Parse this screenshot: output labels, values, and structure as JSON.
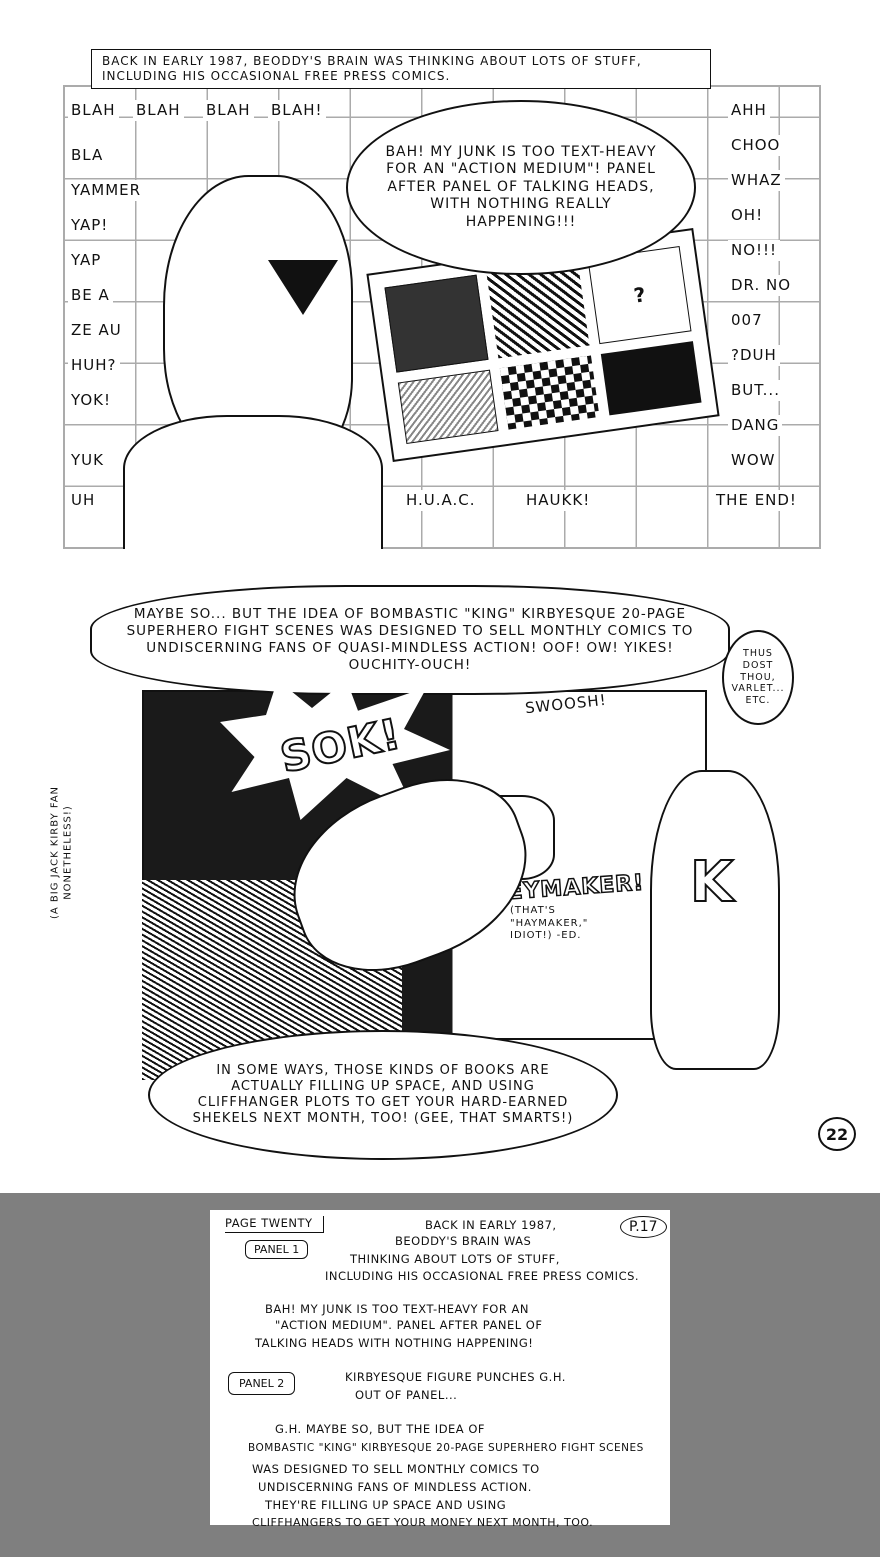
{
  "comic": {
    "panel1": {
      "caption": "Back in early 1987, Beoddy's brain was thinking about lots of stuff, including his occasional Free Press comics.",
      "speech": "BAH! My junk is too text-heavy for an \"action medium\"! Panel after panel of talking heads, with nothing really happening!!!",
      "background_words": [
        "BLAH",
        "BLAH",
        "BLAH",
        "BLAH!",
        "BLA",
        "YAMMER",
        "YAP!",
        "YUK",
        "AHH",
        "CHOO",
        "WHAZ",
        "UH",
        "OH!",
        "NO!!!",
        "DR. NO",
        "007",
        "?DUH",
        "BUT...",
        "THE END!",
        "H.U.A.C.",
        "HAUKK!",
        "YOK!",
        "HUH?",
        "YAP",
        "DANG",
        "WOW",
        "BE A",
        "ZE AU"
      ]
    },
    "panel2": {
      "speech_top": "Maybe so... but the idea of bombastic \"King\" Kirbyesque 20-page superhero fight scenes was designed to sell monthly comics to undiscerning fans of quasi-mindless action! OOF! OW! YIKES! OUCHITY-OUCH!",
      "speech_right": "Thus dost thou, varlet... etc.",
      "side_note": "(A big Jack Kirby fan nonetheless!)",
      "sfx_sok": "SOK!",
      "sfx_swoosh": "SWOOSH!",
      "sfx_heymaker": "HEYMAKER!",
      "editor_note": "(That's \"haymaker,\" idiot!) -Ed.",
      "chest_letter": "K",
      "speech_bottom": "In some ways, those kinds of books are actually filling up space, and using cliffhanger plots to get your hard-earned shekels next month, too! (Gee, that smarts!)"
    },
    "page_number": "22"
  },
  "script": {
    "header": "PAGE TWENTY",
    "page_ref": "P.17",
    "panel1_label": "PANEL 1",
    "panel1_lines": [
      "Back in early 1987,",
      "Beoddy's brain was",
      "thinking about lots of stuff,",
      "including his occasional Free Press comics."
    ],
    "panel1_dialogue": [
      "BAH! My junk is too text-heavy for an",
      "\"action medium\". Panel after panel of",
      "talking heads with nothing happening!"
    ],
    "panel2_label": "PANEL 2",
    "panel2_lines": [
      "Kirbyesque figure punches G.H.",
      "out of panel..."
    ],
    "panel2_dialogue": [
      "G.H. Maybe so, but the idea of",
      "bombastic \"King\" Kirbyesque 20-page superhero fight scenes",
      "was designed to sell monthly comics to",
      "undiscerning fans of mindless action.",
      "They're filling up space and using",
      "cliffhangers to get your money next month, too."
    ]
  },
  "colors": {
    "page": "#ffffff",
    "background": "#7f7f7f",
    "ink": "#111111"
  }
}
